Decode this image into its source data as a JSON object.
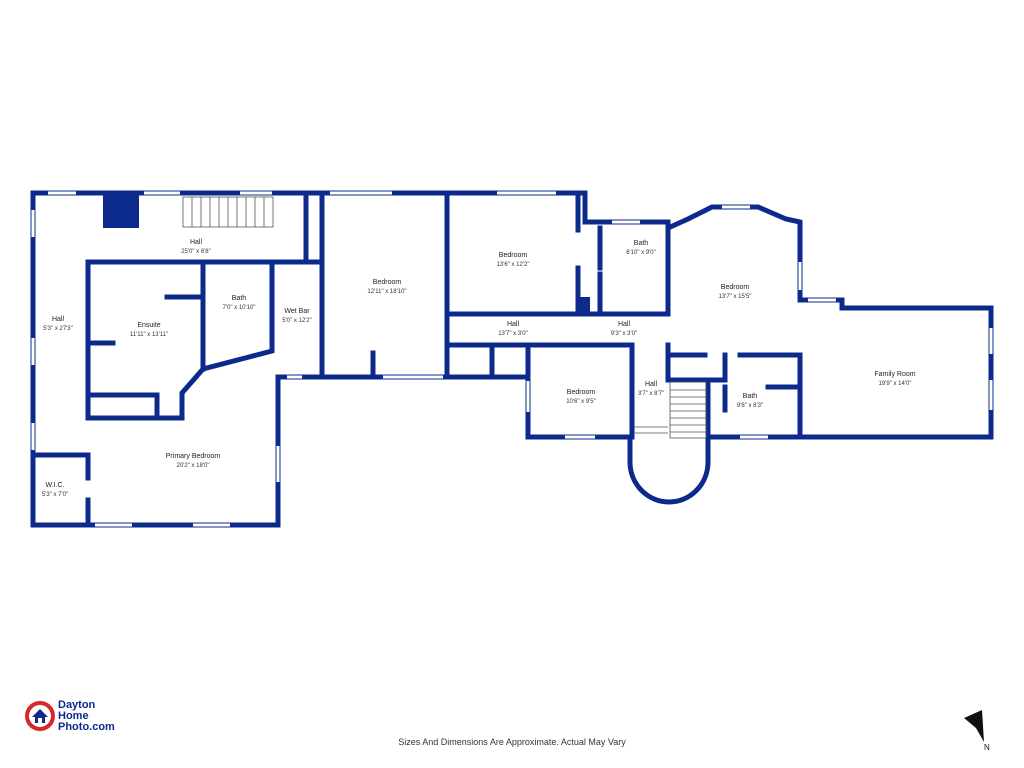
{
  "rooms": [
    {
      "id": "hall-top",
      "name": "Hall",
      "dims": "25'0\" x 6'8\""
    },
    {
      "id": "hall-left",
      "name": "Hall",
      "dims": "5'3\" x 27'3\""
    },
    {
      "id": "ensuite",
      "name": "Ensuite",
      "dims": "11'11\" x 13'11\""
    },
    {
      "id": "bath-1",
      "name": "Bath",
      "dims": "7'0\" x 10'10\""
    },
    {
      "id": "wet-bar",
      "name": "Wet Bar",
      "dims": "5'0\" x 12'2\""
    },
    {
      "id": "bedroom-1",
      "name": "Bedroom",
      "dims": "12'11\" x 18'10\""
    },
    {
      "id": "bedroom-2",
      "name": "Bedroom",
      "dims": "13'6\" x 12'2\""
    },
    {
      "id": "bath-2",
      "name": "Bath",
      "dims": "6'10\" x 9'0\""
    },
    {
      "id": "bedroom-3",
      "name": "Bedroom",
      "dims": "13'7\" x 15'5\""
    },
    {
      "id": "hall-mid",
      "name": "Hall",
      "dims": "13'7\" x 3'0\""
    },
    {
      "id": "hall-mid2",
      "name": "Hall",
      "dims": "9'3\" x 3'0\""
    },
    {
      "id": "bedroom-4",
      "name": "Bedroom",
      "dims": "10'6\" x 9'5\""
    },
    {
      "id": "hall-stair",
      "name": "Hall",
      "dims": "3'7\" x 8'7\""
    },
    {
      "id": "bath-3",
      "name": "Bath",
      "dims": "9'8\" x 8'3\""
    },
    {
      "id": "family-room",
      "name": "Family Room",
      "dims": "19'9\" x 14'0\""
    },
    {
      "id": "primary-bedroom",
      "name": "Primary Bedroom",
      "dims": "20'2\" x 18'0\""
    },
    {
      "id": "wic",
      "name": "W.I.C.",
      "dims": "5'3\" x 7'0\""
    }
  ],
  "logo": {
    "line1": "Dayton",
    "line2": "Home",
    "line3": "Photo.com"
  },
  "disclaimer": "Sizes And Dimensions Are Approximate. Actual May Vary",
  "compass": {
    "label": "N"
  },
  "colors": {
    "wall": "#0c2a8c",
    "logo_red": "#d62828"
  }
}
